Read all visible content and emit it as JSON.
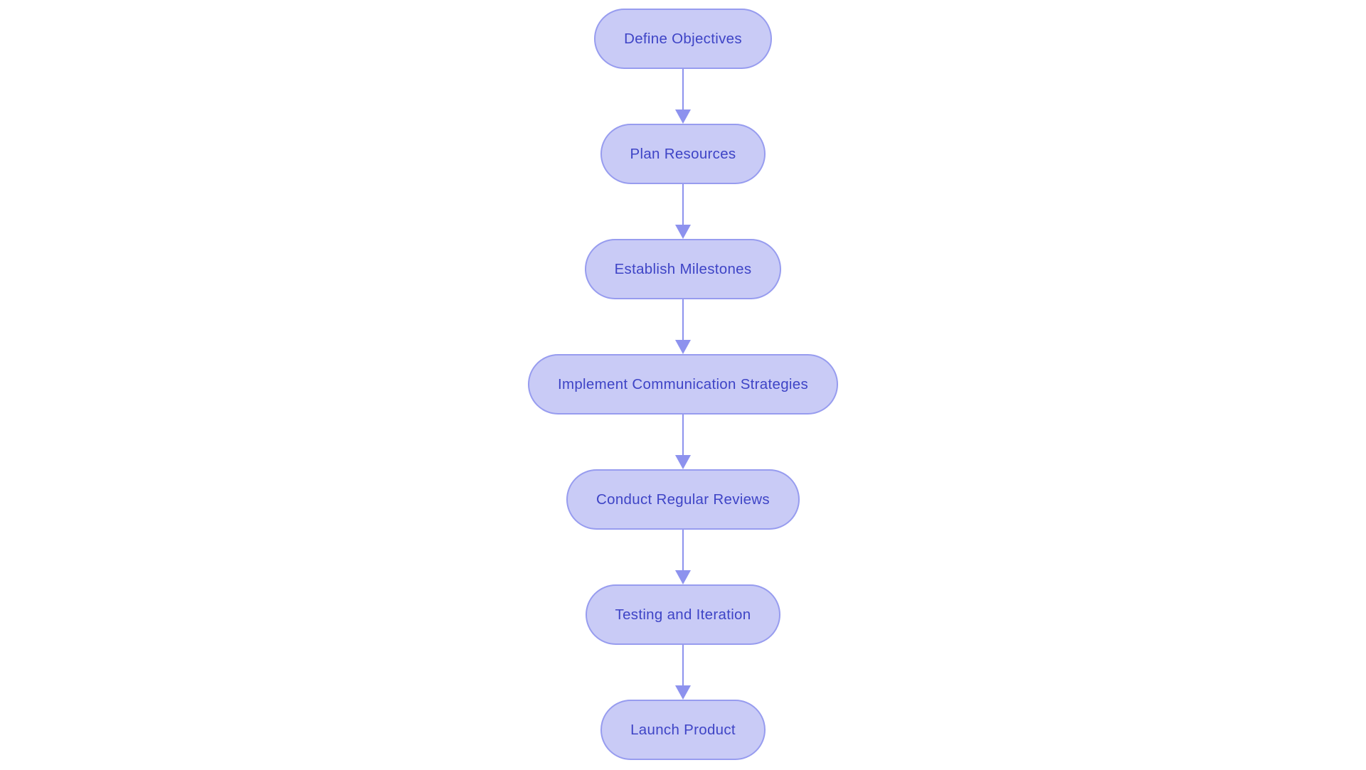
{
  "diagram": {
    "type": "flowchart",
    "direction": "top-down",
    "nodes": [
      {
        "label": "Define Objectives"
      },
      {
        "label": "Plan Resources"
      },
      {
        "label": "Establish Milestones"
      },
      {
        "label": "Implement Communication Strategies"
      },
      {
        "label": "Conduct Regular Reviews"
      },
      {
        "label": "Testing and Iteration"
      },
      {
        "label": "Launch Product"
      }
    ],
    "edges": [
      {
        "from": "Define Objectives",
        "to": "Plan Resources"
      },
      {
        "from": "Plan Resources",
        "to": "Establish Milestones"
      },
      {
        "from": "Establish Milestones",
        "to": "Implement Communication Strategies"
      },
      {
        "from": "Implement Communication Strategies",
        "to": "Conduct Regular Reviews"
      },
      {
        "from": "Conduct Regular Reviews",
        "to": "Testing and Iteration"
      },
      {
        "from": "Testing and Iteration",
        "to": "Launch Product"
      }
    ]
  },
  "colors": {
    "background": "#ffffff",
    "node_fill": "#c9cbf6",
    "node_border": "#979cef",
    "arrow": "#8d92ee",
    "text": "#3e44c6"
  }
}
